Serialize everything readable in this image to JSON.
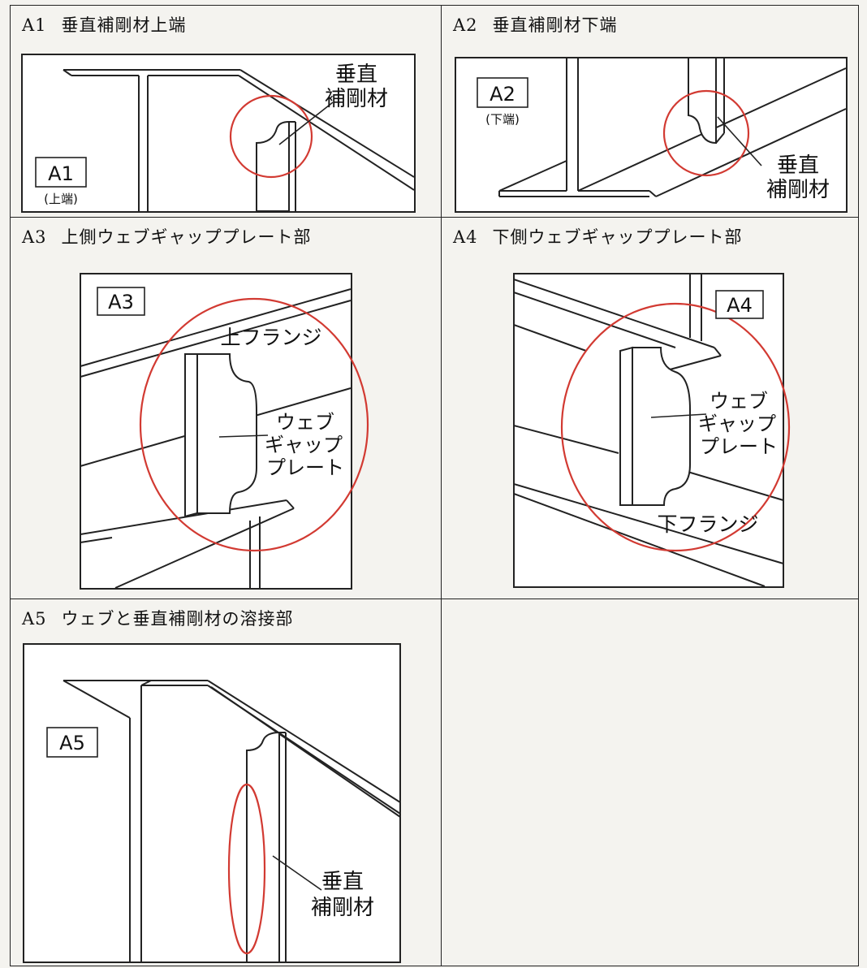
{
  "panels": [
    {
      "id": "A1",
      "title": "垂直補剛材上端",
      "tag": "A1",
      "tag_sub": "(上端)",
      "callouts": [
        "垂直",
        "補剛材"
      ]
    },
    {
      "id": "A2",
      "title": "垂直補剛材下端",
      "tag": "A2",
      "tag_sub": "(下端)",
      "callouts": [
        "垂直",
        "補剛材"
      ]
    },
    {
      "id": "A3",
      "title": "上側ウェブギャッププレート部",
      "tag": "A3",
      "callouts": [
        "上フランジ",
        "ウェブ",
        "ギャップ",
        "プレート"
      ]
    },
    {
      "id": "A4",
      "title": "下側ウェブギャッププレート部",
      "tag": "A4",
      "callouts": [
        "ウェブ",
        "ギャップ",
        "プレート",
        "下フランジ"
      ]
    },
    {
      "id": "A5",
      "title": "ウェブと垂直補剛材の溶接部",
      "tag": "A5",
      "callouts": [
        "垂直",
        "補剛材"
      ]
    }
  ],
  "colors": {
    "highlight": "#d23a32",
    "line": "#222222",
    "paper": "#f4f3ef"
  }
}
